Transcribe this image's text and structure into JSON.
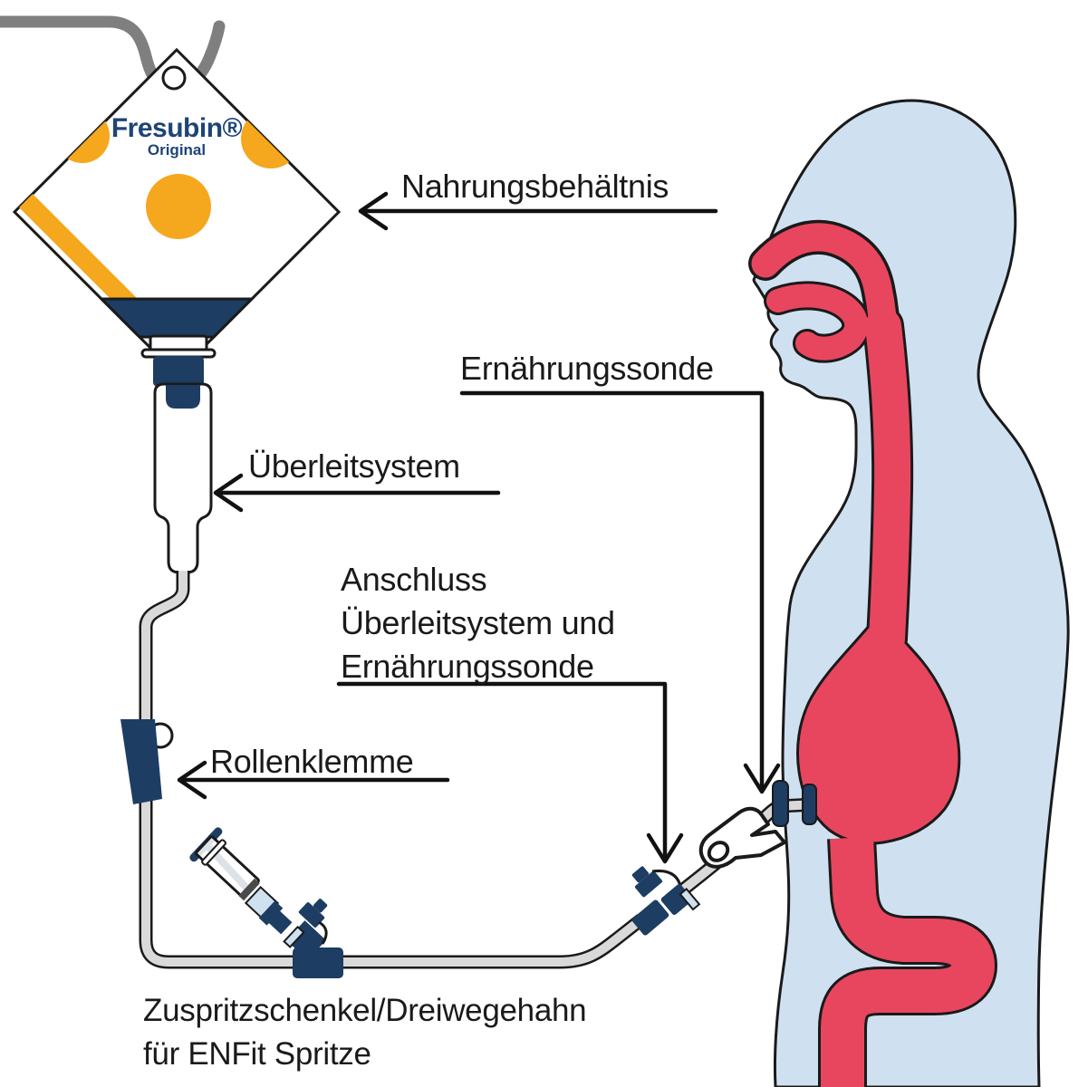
{
  "product": {
    "brand": "Fresubin®",
    "variant": "Original"
  },
  "labels": {
    "nahrungsbehaeltnis": "Nahrungsbehältnis",
    "ernaehrungssonde": "Ernährungssonde",
    "ueberleitsystem": "Überleitsystem",
    "anschluss_line1": "Anschluss",
    "anschluss_line2": "Überleitsystem und",
    "anschluss_line3": "Ernährungssonde",
    "rollenklemme": "Rollenklemme",
    "zuspritz_line1": "Zuspritzschenkel/Dreiwegehahn",
    "zuspritz_line2": "für ENFit Spritze"
  },
  "colors": {
    "dark_blue": "#1d3d63",
    "brand_blue": "#1d4577",
    "orange": "#f5a71e",
    "red": "#e8465f",
    "body_blue": "#cfe1f0",
    "tube_gray": "#d9d9d9",
    "light_fitting_blue": "#cfe0ee",
    "hook_gray": "#7f7f7f",
    "outline": "#1a1a1a"
  }
}
